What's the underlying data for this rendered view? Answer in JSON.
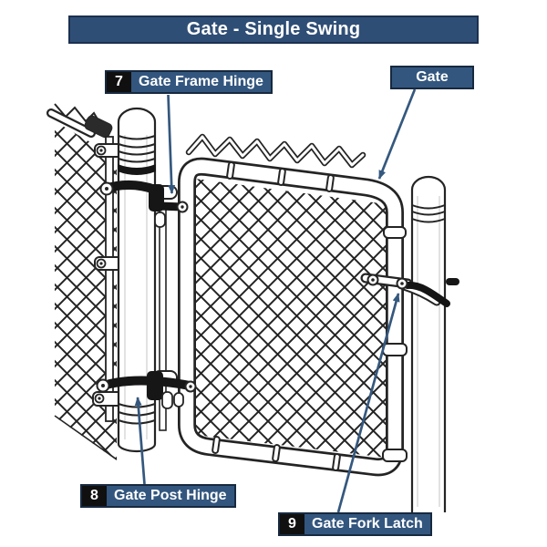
{
  "header": {
    "title": "Gate - Single Swing"
  },
  "callouts": {
    "gate": {
      "label": "Gate"
    },
    "gate_frame_hinge": {
      "number": "7",
      "label": "Gate Frame Hinge"
    },
    "gate_post_hinge": {
      "number": "8",
      "label": "Gate Post Hinge"
    },
    "gate_fork_latch": {
      "number": "9",
      "label": "Gate Fork Latch"
    }
  },
  "colors": {
    "header_bg": "#2F4E75",
    "callout_bg": "#33567E",
    "callout_border": "#17293F",
    "number_badge_bg": "#101010",
    "text": "#FFFFFF",
    "leader_line": "#35587E",
    "line_art": "#242424",
    "background": "#FFFFFF"
  }
}
